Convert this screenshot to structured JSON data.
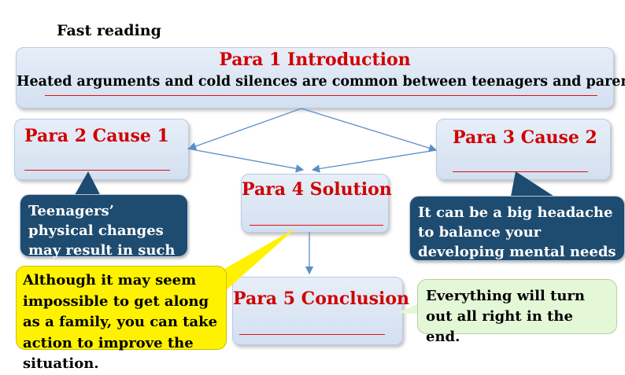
{
  "heading": "Fast reading",
  "para1": {
    "title": "Para 1 Introduction",
    "text": "Heated arguments and cold silences are common between teenagers and parents."
  },
  "para2": {
    "title": "Para 2 Cause 1"
  },
  "para3": {
    "title": "Para 3 Cause 2"
  },
  "para4": {
    "title": "Para 4 Solution"
  },
  "para5": {
    "title": "Para 5 Conclusion"
  },
  "callouts": {
    "cause1": "Teenagers’ physical changes may result in such family tensions.",
    "cause2": "It can be a big headache to balance your developing mental needs too.",
    "solution": "Although it may seem impossible to get along as a family, you can take action to improve the situation.",
    "conclusion": "Everything will turn out all right in the end."
  },
  "colors": {
    "title_red": "#d00000",
    "box_blue": "#dce6f2",
    "callout_dark": "#1e4b70",
    "callout_yellow": "#fff200",
    "callout_green": "#e4f8d8",
    "arrow": "#5b8fc7"
  }
}
